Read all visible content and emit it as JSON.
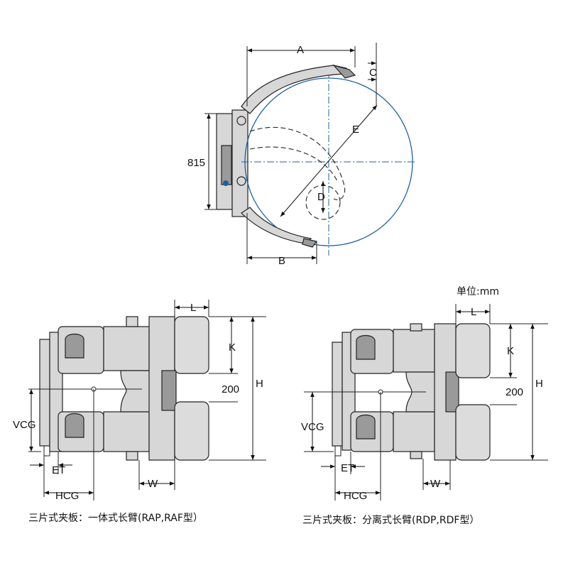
{
  "top_view": {
    "labels": {
      "a": "A",
      "b": "B",
      "c": "C",
      "d": "D",
      "e": "E",
      "height": "815"
    }
  },
  "side_left": {
    "labels": {
      "l": "L",
      "k": "K",
      "h": "H",
      "gap": "200",
      "vcg": "VCG",
      "et": "ET",
      "hcg": "HCG",
      "w": "W"
    },
    "caption": "三片式夹板：一体式长臂(RAP,RAF型）"
  },
  "side_right": {
    "labels": {
      "l": "L",
      "k": "K",
      "h": "H",
      "gap": "200",
      "vcg": "VCG",
      "et": "ET",
      "hcg": "HCG",
      "w": "W"
    },
    "caption": "三片式夹板：分离式长臂(RDP,RDF型）"
  },
  "unit_label": "单位:mm",
  "colors": {
    "line": "#222222",
    "centerline": "#1f5fa0",
    "fill": "#d7d7d7"
  }
}
